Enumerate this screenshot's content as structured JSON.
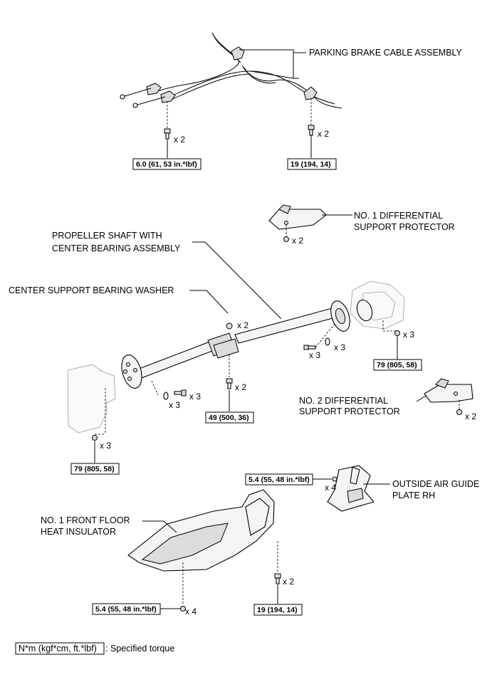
{
  "labels": {
    "parking_brake_cable": "PARKING BRAKE CABLE ASSEMBLY",
    "diff_protector_1_l1": "NO. 1 DIFFERENTIAL",
    "diff_protector_1_l2": "SUPPORT PROTECTOR",
    "propeller_shaft_l1": "PROPELLER SHAFT WITH",
    "propeller_shaft_l2": "CENTER BEARING ASSEMBLY",
    "center_washer": "CENTER SUPPORT BEARING WASHER",
    "diff_protector_2_l1": "NO. 2 DIFFERENTIAL",
    "diff_protector_2_l2": "SUPPORT PROTECTOR",
    "air_guide_l1": "OUTSIDE AIR GUIDE",
    "air_guide_l2": "PLATE RH",
    "heat_insulator_l1": "NO. 1 FRONT FLOOR",
    "heat_insulator_l2": "HEAT INSULATOR"
  },
  "torques": {
    "cable_left": "6.0 (61, 53 in.*lbf)",
    "cable_right": "19 (194, 14)",
    "rear_flange": "79 (805, 58)",
    "center_bearing": "49 (500, 36)",
    "front_flange": "79 (805, 58)",
    "air_guide": "5.4 (55, 48 in.*lbf)",
    "insulator_left": "5.4 (55, 48 in.*lbf)",
    "insulator_right": "19 (194, 14)"
  },
  "quantities": {
    "cable_left": "x 2",
    "cable_right": "x 2",
    "diff_protector_1": "x 2",
    "center_washer": "x 2",
    "rear_bolt": "x 3",
    "rear_washer": "x 3",
    "rear_nut": "x 3",
    "center_bearing": "x 2",
    "front_washer": "x 3",
    "front_bolt": "x 3",
    "front_nut": "x 3",
    "diff_protector_2": "x 2",
    "air_guide": "x 4",
    "insulator_left": "x 4",
    "insulator_right": "x 2"
  },
  "legend": {
    "unit": "N*m (kgf*cm, ft.*lbf)",
    "description": ": Specified torque"
  }
}
